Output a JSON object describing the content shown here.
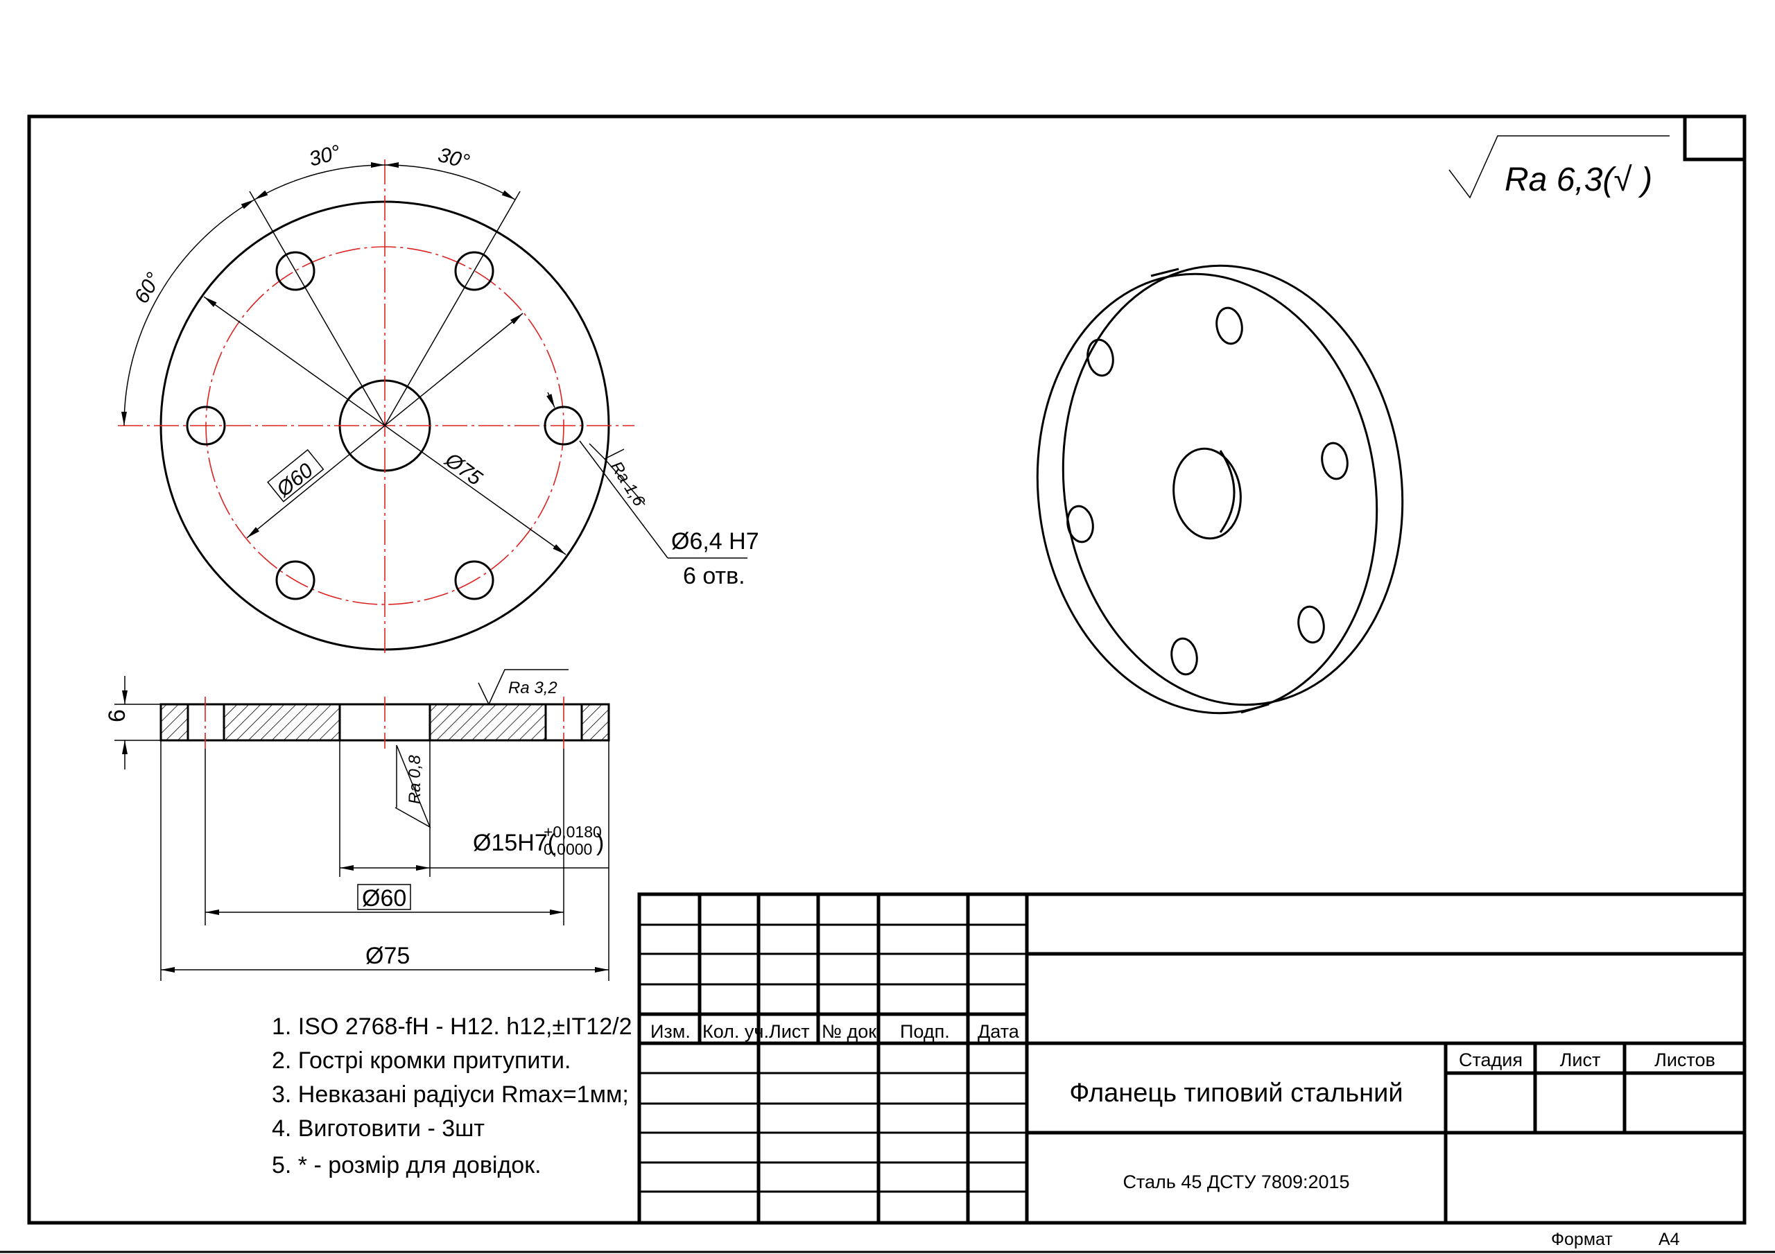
{
  "roughness_general": "Ra 6,3(√ )",
  "front_view": {
    "angle_left": "30°",
    "angle_right": "30°",
    "angle_side": "60°",
    "dia_pcd": "Ø60",
    "dia_outer": "Ø75",
    "roughness_holes": "Ra 1,6",
    "hole_callout": "Ø6,4 H7",
    "hole_count": "6 отв."
  },
  "section_view": {
    "roughness_face": "Ra 3,2",
    "roughness_bore": "Ra 0,8",
    "thickness": "6",
    "bore_dia": "Ø15H7(",
    "bore_tol_upper": "+0,0180",
    "bore_tol_lower": "0,0000",
    "bore_close": ")",
    "dia_pcd": "Ø60",
    "dia_outer": "Ø75"
  },
  "notes": [
    "1. ISO 2768-fH -  H12. h12,±IT12/2",
    "2. Гострі кромки притупити.",
    "3. Невказані радіуси Rmax=1мм;",
    "4. Виготовити - 3шт",
    "5. * - розмір для довідок."
  ],
  "title_block": {
    "headers": [
      "Изм.",
      "Кол. уч.",
      "Лист",
      "№ док.",
      "Подп.",
      "Дата"
    ],
    "title": "Фланець типовий стальний",
    "material": "Сталь 45 ДСТУ 7809:2015",
    "stage_label": "Стадия",
    "sheet_label": "Лист",
    "sheets_label": "Листов",
    "format_label": "Формат",
    "format_value": "A4"
  },
  "colors": {
    "axis": "#dd2222",
    "line": "#000000"
  }
}
